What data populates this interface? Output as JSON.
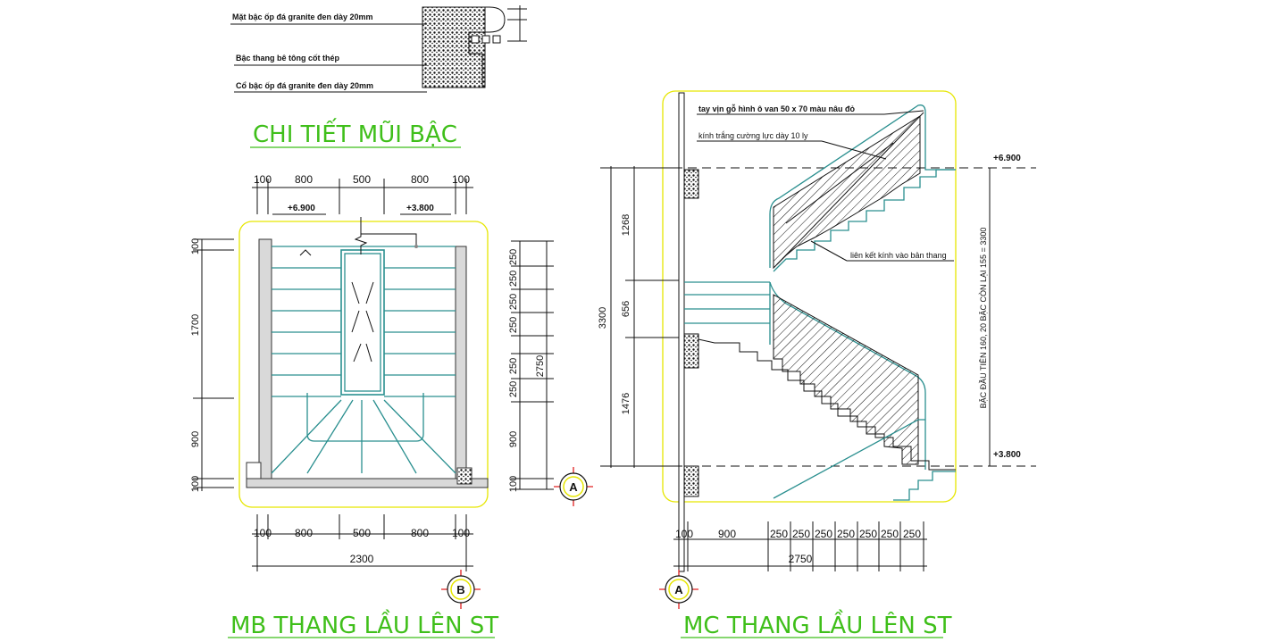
{
  "detail": {
    "title": "CHI TIẾT MŨI BẬC",
    "notes": [
      "Mặt bậc ốp đá granite đen dày 20mm",
      "Bậc thang bê tông cốt thép",
      "Cổ bậc ốp đá granite đen dày 20mm"
    ]
  },
  "plan": {
    "title": "MB THANG LẦU  LÊN ST",
    "top_dims": [
      "100",
      "800",
      "500",
      "800",
      "100"
    ],
    "bottom_dims": [
      "100",
      "800",
      "500",
      "800",
      "100"
    ],
    "bottom_total": "2300",
    "left_dims": [
      "100",
      "1700",
      "900",
      "100"
    ],
    "right_dims": [
      "250",
      "250",
      "250",
      "250",
      "250",
      "250",
      "900",
      "100"
    ],
    "right_total": "2750",
    "levels": [
      "+6.900",
      "+3.800"
    ],
    "marker_a": "A",
    "marker_b": "B"
  },
  "section": {
    "title": "MC THANG LẦU LÊN ST",
    "notes": [
      "tay vịn gỗ hình ô van 50 x 70 màu nâu đỏ",
      "kính trắng cường lực dày 10 ly",
      "liên kết kính vào bản thang"
    ],
    "left_dims": [
      "1268",
      "656",
      "1476"
    ],
    "left_total": "3300",
    "bottom_dims": [
      "100",
      "900",
      "250",
      "250",
      "250",
      "250",
      "250",
      "250",
      "250"
    ],
    "bottom_total": "2750",
    "levels": [
      "+6.900",
      "+3.800"
    ],
    "right_note": "BẬC ĐẦU TIÊN 160, 20 BẬC CÒN LẠI 155 = 3300",
    "marker_a": "A"
  },
  "colors": {
    "title_green": "#3fbf1a",
    "frame_yellow": "#e6e600",
    "rail_cyan": "#2a8f8f",
    "marker_red": "#e02020"
  }
}
